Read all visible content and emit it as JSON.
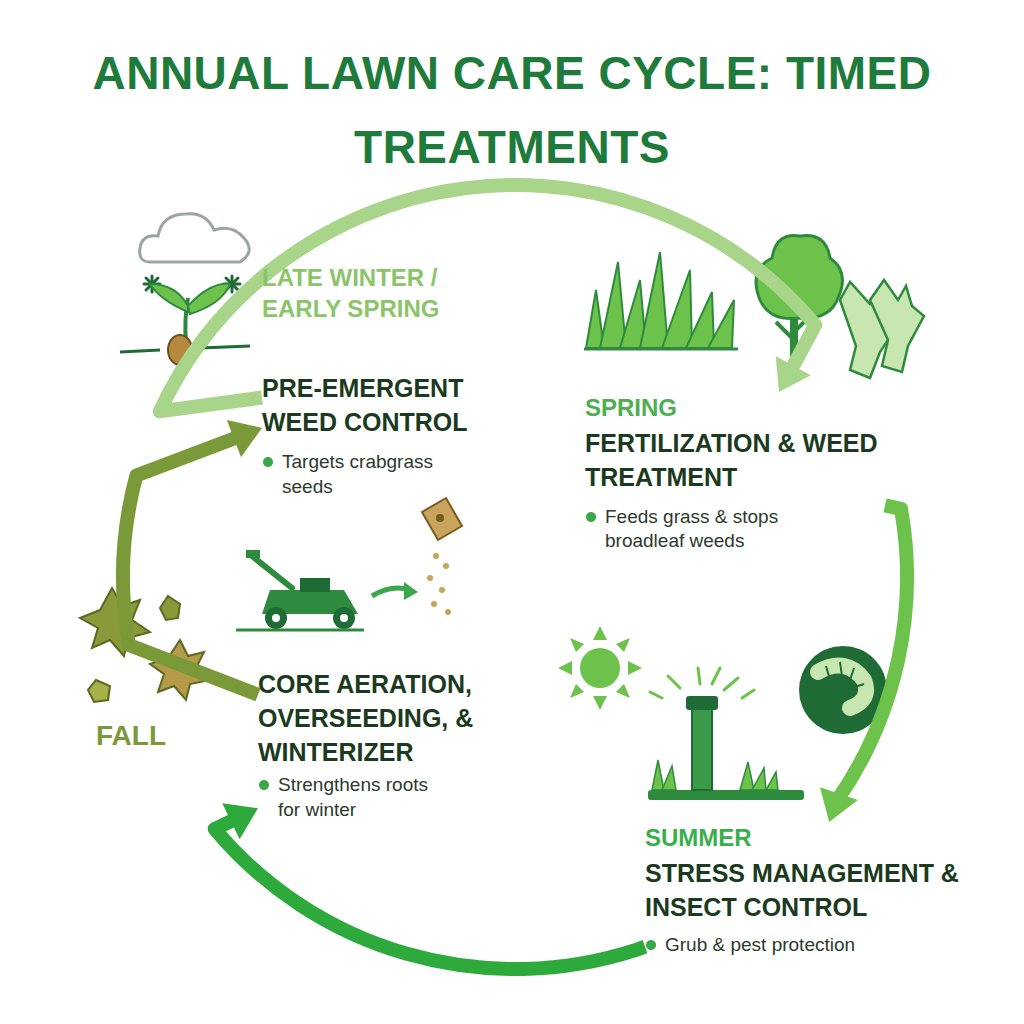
{
  "diagram": {
    "title": "ANNUAL LAWN CARE CYCLE: TIMED TREATMENTS",
    "nodes": [
      {
        "text": [
          "LATE WINTER / EARLY SPRING",
          "PRE-EMERGENT WEED CONTROL",
          "Targets crabgrass seeds"
        ]
      },
      {
        "text": [
          "SPRING",
          "FERTILIZATION & WEED TREATMENT",
          "Feeds grass & stops broadleaf weeds"
        ]
      },
      {
        "text": [
          "SUMMER",
          "STRESS MANAGEMENT & INSECT CONTROL",
          "Grub & pest protection"
        ]
      },
      {
        "text": [
          "FALL",
          "CORE AERATION, OVERSEEDING, & WINTERIZER",
          "Strengthens roots for winter"
        ]
      }
    ],
    "edges": [
      {
        "from": 0,
        "to": 1,
        "arrow": "to"
      },
      {
        "from": 1,
        "to": 2,
        "arrow": "to"
      },
      {
        "from": 2,
        "to": 3,
        "arrow": "to"
      },
      {
        "from": 3,
        "to": 0,
        "arrow": "to"
      }
    ]
  }
}
